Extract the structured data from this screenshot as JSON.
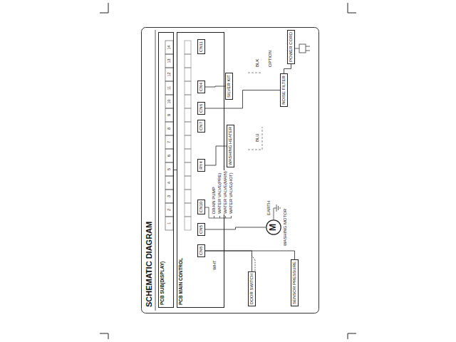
{
  "diagram": {
    "title": "SCHEMATIC DIAGRAM",
    "nodes": [
      {
        "text": [
          "PCB SUB(DISPLAY)"
        ]
      },
      {
        "text": [
          "PCB MAIN CONTROL"
        ]
      },
      {
        "text": [
          "CN8"
        ],
        "in": 1
      },
      {
        "text": [
          "CN5"
        ],
        "in": 1
      },
      {
        "text": [
          "CN10"
        ],
        "in": 1
      },
      {
        "text": [
          "RY4"
        ],
        "in": 1
      },
      {
        "text": [
          "CN7"
        ],
        "in": 1
      },
      {
        "text": [
          "CN6"
        ],
        "in": 1
      },
      {
        "text": [
          "CN4"
        ],
        "in": 1
      },
      {
        "text": [
          "CN11"
        ],
        "in": 1
      },
      {
        "text": [
          "DOOR SWITCH"
        ]
      },
      {
        "text": [
          "SENSOR PRESSURE"
        ]
      },
      {
        "text": [
          "M",
          "WASHING MOTOR"
        ]
      },
      {
        "text": [
          "WASHING HEATER"
        ]
      },
      {
        "text": [
          "SILVER KIT"
        ]
      },
      {
        "text": [
          "NOISE FILTER"
        ]
      },
      {
        "text": [
          "POWER CORD"
        ]
      }
    ],
    "edges": [
      {
        "from": 0,
        "to": 1,
        "arrow": "none"
      },
      {
        "from": 2,
        "to": 10,
        "arrow": "none"
      },
      {
        "from": 2,
        "to": 11,
        "arrow": "none"
      },
      {
        "from": 3,
        "to": 12,
        "arrow": "none"
      },
      {
        "from": 5,
        "to": 13,
        "arrow": "none"
      },
      {
        "from": 8,
        "to": 14,
        "arrow": "none"
      },
      {
        "from": 16,
        "to": 15,
        "arrow": "none"
      },
      {
        "from": 15,
        "to": 7,
        "arrow": "none"
      }
    ],
    "labels": [
      "1",
      "2",
      "3",
      "4",
      "5",
      "6",
      "7",
      "8",
      "9",
      "10",
      "11",
      "12",
      "13",
      "14",
      "DRAIN PUMP",
      "WATER VALVE(PRE)",
      "WATER VALVE(MAIN)",
      "WATER VALVE(HOT)",
      "EARTH",
      "BLU",
      "BLK",
      "OPTION",
      "WHT"
    ]
  }
}
